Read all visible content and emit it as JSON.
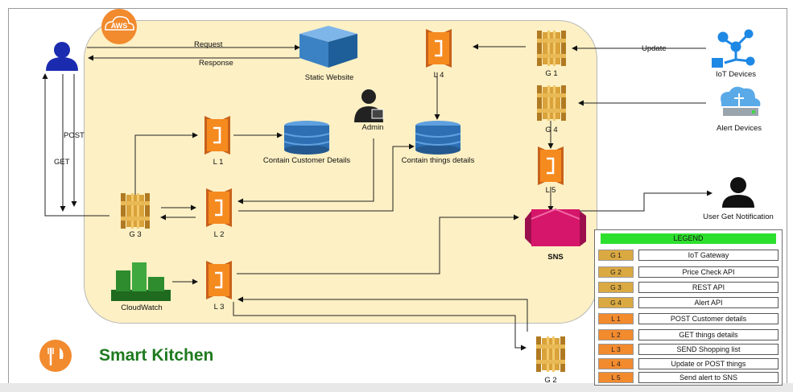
{
  "aws_badge": "AWS",
  "title": "Smart Kitchen",
  "labels": {
    "request": "Request",
    "response": "Response",
    "static_website": "Static Website",
    "update": "Update",
    "iot_devices": "IoT Devices",
    "alert_devices": "Alert Devices",
    "admin": "Admin",
    "post": "POST",
    "get": "GET",
    "l1": "L 1",
    "l2": "L 2",
    "l3": "L 3",
    "l4": "L 4",
    "l5": "L 5",
    "g1": "G 1",
    "g2": "G 2",
    "g3": "G 3",
    "g4": "G 4",
    "contain_customer": "Contain Customer Details",
    "contain_things": "Contain things details",
    "sns": "SNS",
    "user_notification": "User Get Notification",
    "cloudwatch": "CloudWatch"
  },
  "legend": {
    "title": "LEGEND",
    "items": [
      {
        "code": "G 1",
        "desc": "IoT Gateway",
        "kind": "g"
      },
      {
        "code": "G 2",
        "desc": "Price Check API",
        "kind": "g"
      },
      {
        "code": "G 3",
        "desc": "REST API",
        "kind": "g"
      },
      {
        "code": "G 4",
        "desc": "Alert API",
        "kind": "g"
      },
      {
        "code": "L 1",
        "desc": "POST Customer details",
        "kind": "l"
      },
      {
        "code": "L 2",
        "desc": "GET things details",
        "kind": "l"
      },
      {
        "code": "L 3",
        "desc": "SEND Shopping list",
        "kind": "l"
      },
      {
        "code": "L 4",
        "desc": "Update or POST things",
        "kind": "l"
      },
      {
        "code": "L 5",
        "desc": "Send alert to SNS",
        "kind": "l"
      }
    ]
  },
  "colors": {
    "lambda": "#f58a1f",
    "gateway": "#d9a23a",
    "dynamodb": "#2e6fb3",
    "s3": "#3b82c4",
    "sns": "#d6166b",
    "cloudwatch": "#2e8b2e",
    "title": "#1f7a1f",
    "legend_head": "#2ee02e",
    "user": "#1a2bb0",
    "iot": "#1e88e5"
  }
}
